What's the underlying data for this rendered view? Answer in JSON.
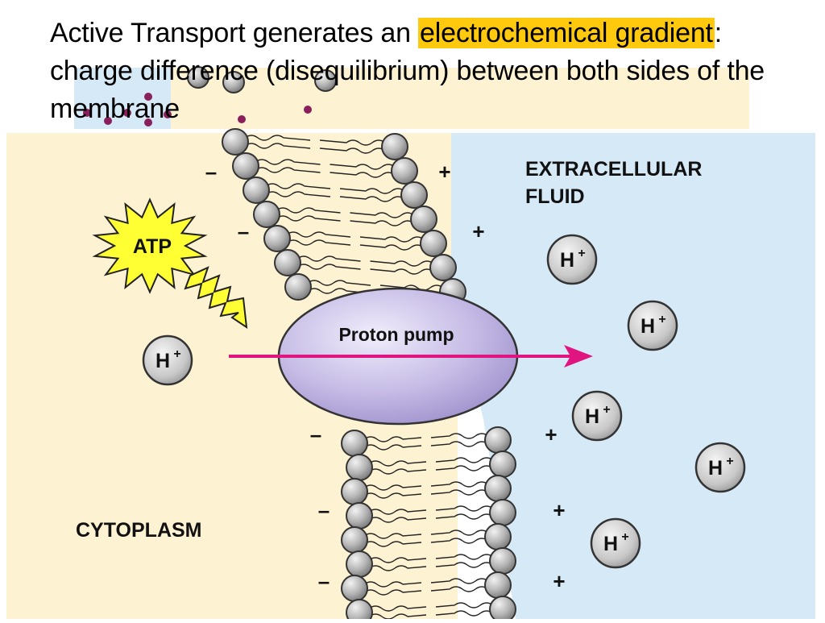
{
  "title": {
    "part1": "Active Transport generates an ",
    "highlight1": "electrochemical gradient",
    "part2": ": charge difference (disequilibrium) between both sides of the membrane"
  },
  "colors": {
    "highlight": "#ffc90e",
    "cytoplasm_bg": "#fdf2d2",
    "extracellular_bg": "#d6e9f7",
    "arrow": "#e0157f",
    "atp_burst": "#ffff33",
    "pump": "#c8bfe6"
  },
  "labels": {
    "extracellular_line1": "EXTRACELLULAR",
    "extracellular_line2": "FLUID",
    "cytoplasm": "CYTOPLASM",
    "atp": "ATP",
    "pump": "Proton pump",
    "proton": "H",
    "proton_sup": "+",
    "minus": "–",
    "plus": "+"
  }
}
